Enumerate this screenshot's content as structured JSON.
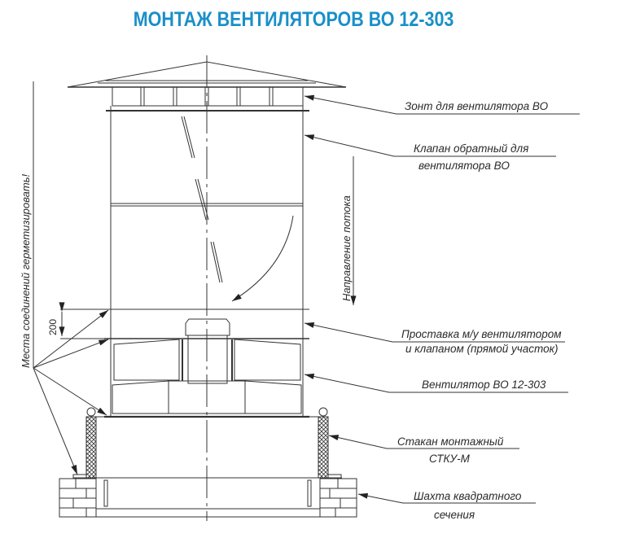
{
  "title": "МОНТАЖ ВЕНТИЛЯТОРОВ ВО 12-303",
  "colors": {
    "title": "#1a8fc9",
    "line": "#333333",
    "text": "#2a2a2a"
  },
  "callouts": [
    {
      "id": "umbrella",
      "lines": [
        "Зонт для вентилятора ВО"
      ]
    },
    {
      "id": "check-valve",
      "lines": [
        "Клапан обратный для",
        "вентилятора ВО"
      ]
    },
    {
      "id": "spacer",
      "lines": [
        "Проставка м/у вентилятором",
        "и клапаном (прямой участок)"
      ]
    },
    {
      "id": "fan",
      "lines": [
        "Вентилятор ВО 12-303"
      ]
    },
    {
      "id": "mounting-cup",
      "lines": [
        "Стакан монтажный",
        "СТКУ-М"
      ]
    },
    {
      "id": "shaft",
      "lines": [
        "Шахта квадратного",
        "сечения"
      ]
    }
  ],
  "vertical_labels": {
    "flow_direction": "Направление потока",
    "seal_note": "Места соединений герметизировать!"
  },
  "dimension": {
    "value": "200"
  }
}
